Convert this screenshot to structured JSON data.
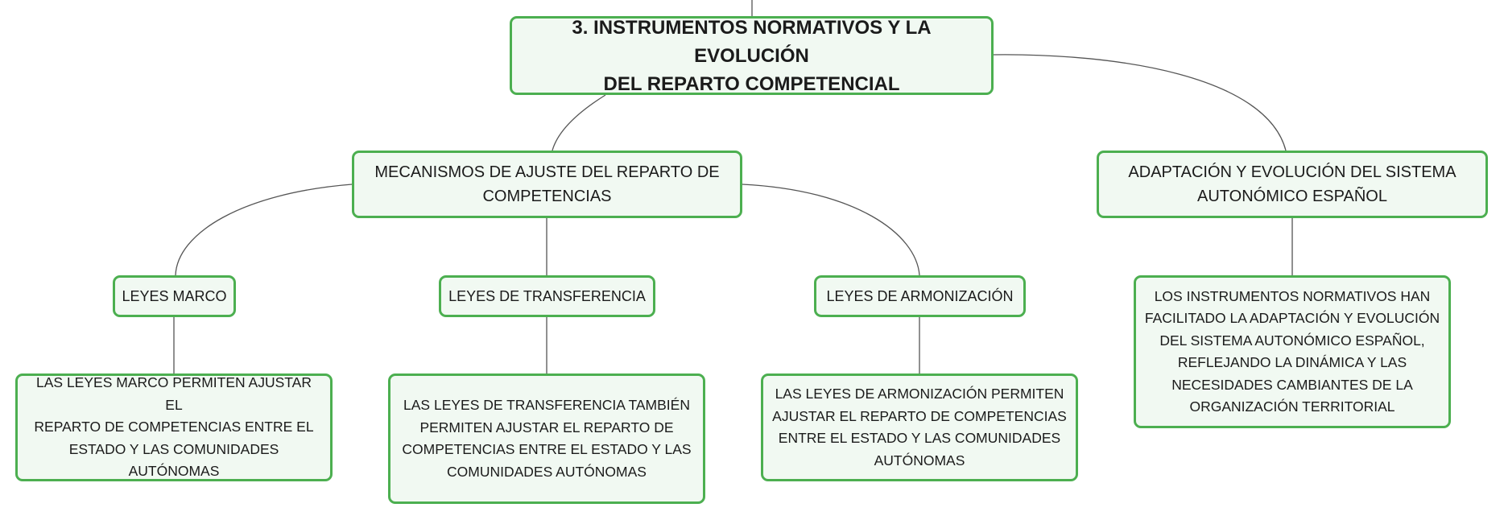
{
  "diagram": {
    "colors": {
      "node_border": "#4caf50",
      "node_fill": "#f1f9f2",
      "connector": "#555555",
      "text": "#1b1b1b"
    },
    "root": {
      "label": "3. INSTRUMENTOS NORMATIVOS Y LA EVOLUCIÓN\nDEL REPARTO COMPETENCIAL"
    },
    "mecanismos": {
      "label": "MECANISMOS DE AJUSTE DEL REPARTO DE\nCOMPETENCIAS"
    },
    "adaptacion": {
      "label": "ADAPTACIÓN Y EVOLUCIÓN DEL SISTEMA\nAUTONÓMICO ESPAÑOL"
    },
    "leyes_marco": {
      "label": "LEYES MARCO",
      "detail": "LAS LEYES MARCO PERMITEN AJUSTAR EL\nREPARTO DE COMPETENCIAS ENTRE EL\nESTADO Y LAS COMUNIDADES AUTÓNOMAS"
    },
    "leyes_transferencia": {
      "label": "LEYES DE TRANSFERENCIA",
      "detail": "LAS LEYES DE TRANSFERENCIA TAMBIÉN\nPERMITEN AJUSTAR EL REPARTO DE\nCOMPETENCIAS ENTRE EL ESTADO Y LAS\nCOMUNIDADES AUTÓNOMAS"
    },
    "leyes_armonizacion": {
      "label": "LEYES DE ARMONIZACIÓN",
      "detail": "LAS LEYES DE ARMONIZACIÓN PERMITEN\nAJUSTAR EL REPARTO DE COMPETENCIAS\nENTRE EL ESTADO Y LAS COMUNIDADES\nAUTÓNOMAS"
    },
    "adaptacion_detail": {
      "label": "LOS INSTRUMENTOS NORMATIVOS HAN\nFACILITADO LA ADAPTACIÓN Y EVOLUCIÓN\nDEL SISTEMA AUTONÓMICO ESPAÑOL,\nREFLEJANDO LA DINÁMICA Y LAS\nNECESIDADES CAMBIANTES DE LA\nORGANIZACIÓN TERRITORIAL"
    }
  }
}
